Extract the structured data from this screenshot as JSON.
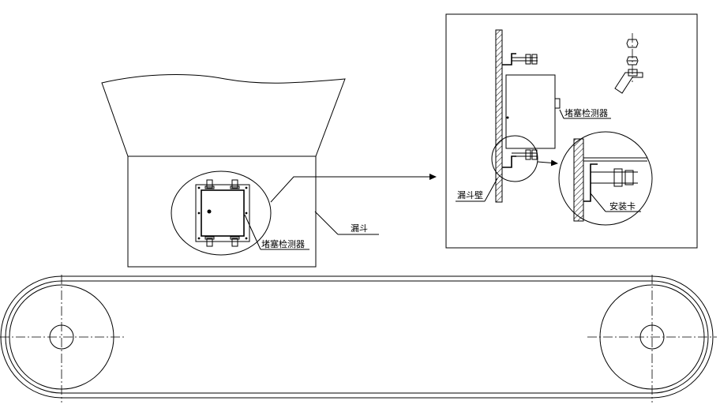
{
  "labels": {
    "detector_main": "堵塞检测器",
    "hopper": "漏斗",
    "detector_detail": "堵塞检测器",
    "hopper_wall": "漏斗壁",
    "mounting_clip": "安装卡"
  },
  "colors": {
    "line": "#000000",
    "background": "#ffffff"
  }
}
